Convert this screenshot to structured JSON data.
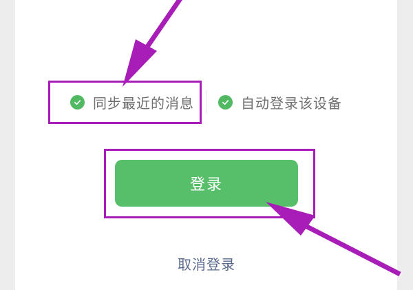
{
  "options": [
    {
      "label": "同步最近的消息",
      "checked": true,
      "icon": "check-circle-icon"
    },
    {
      "label": "自动登录该设备",
      "checked": true,
      "icon": "check-circle-icon"
    }
  ],
  "login_button": {
    "label": "登录"
  },
  "cancel_link": {
    "label": "取消登录"
  },
  "colors": {
    "accent_green": "#57bf6a",
    "check_green": "#52b963",
    "annotation_purple": "#a81cb8",
    "cancel_text": "#5a6a8e",
    "option_text": "#6f6f6f",
    "background_gray": "#ededed"
  },
  "annotations": {
    "boxes": [
      "sync-recent-messages-option",
      "login-button"
    ],
    "arrows": [
      "arrow-to-sync-option",
      "arrow-to-login-button"
    ]
  }
}
